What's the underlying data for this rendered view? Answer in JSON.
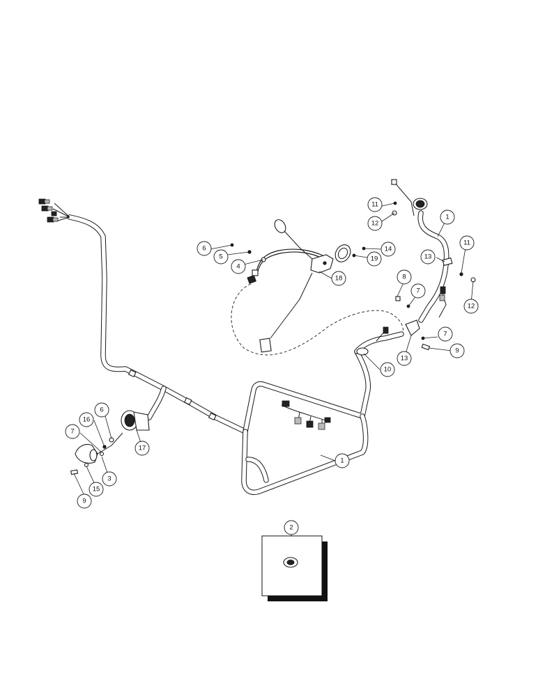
{
  "callouts": [
    {
      "id": "c1a",
      "label": "1"
    },
    {
      "id": "c1b",
      "label": "1"
    },
    {
      "id": "c2",
      "label": "2"
    },
    {
      "id": "c3",
      "label": "3"
    },
    {
      "id": "c4",
      "label": "4"
    },
    {
      "id": "c5",
      "label": "5"
    },
    {
      "id": "c6a",
      "label": "6"
    },
    {
      "id": "c6b",
      "label": "6"
    },
    {
      "id": "c7a",
      "label": "7"
    },
    {
      "id": "c7b",
      "label": "7"
    },
    {
      "id": "c7c",
      "label": "7"
    },
    {
      "id": "c8",
      "label": "8"
    },
    {
      "id": "c9a",
      "label": "9"
    },
    {
      "id": "c9b",
      "label": "9"
    },
    {
      "id": "c10",
      "label": "10"
    },
    {
      "id": "c11a",
      "label": "11"
    },
    {
      "id": "c11b",
      "label": "11"
    },
    {
      "id": "c12a",
      "label": "12"
    },
    {
      "id": "c12b",
      "label": "12"
    },
    {
      "id": "c13a",
      "label": "13"
    },
    {
      "id": "c13b",
      "label": "13"
    },
    {
      "id": "c14",
      "label": "14"
    },
    {
      "id": "c15",
      "label": "15"
    },
    {
      "id": "c16",
      "label": "16"
    },
    {
      "id": "c17",
      "label": "17"
    },
    {
      "id": "c18",
      "label": "18"
    },
    {
      "id": "c19",
      "label": "19"
    }
  ]
}
